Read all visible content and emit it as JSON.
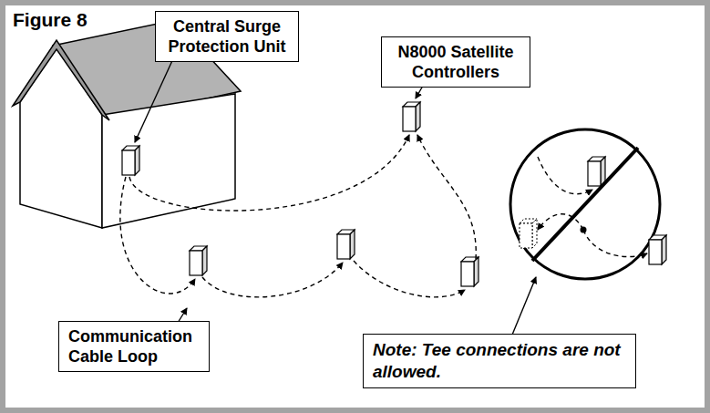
{
  "diagram": {
    "title": "Figure 8",
    "nodes": [
      {
        "text": [
          "Central Surge Protection Unit"
        ]
      },
      {
        "text": [
          "N8000 Satellite Controllers"
        ]
      },
      {
        "text": [
          "Communication Cable Loop"
        ]
      },
      {
        "text": [
          "Note: Tee connections are not allowed."
        ]
      }
    ]
  }
}
